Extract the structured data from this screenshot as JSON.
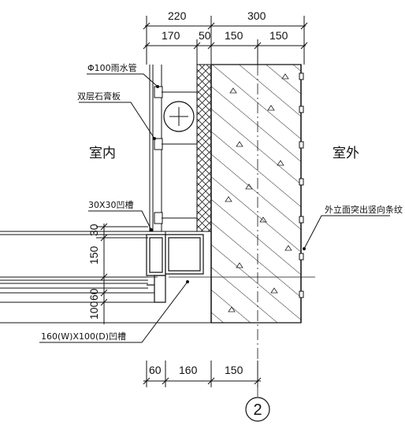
{
  "dimensions": {
    "top_overall": [
      "220",
      "300"
    ],
    "top_detail": [
      "170",
      "50",
      "150",
      "150"
    ],
    "bottom": [
      "60",
      "160",
      "150"
    ],
    "left": [
      "30",
      "150",
      "100",
      "60"
    ]
  },
  "labels": {
    "downpipe": "Φ100雨水管",
    "gypsum_board": "双层石膏板",
    "groove_small": "30X30凹槽",
    "groove_large": "160(W)X100(D)凹槽",
    "facade_note": "外立面突出竖向条纹"
  },
  "zones": {
    "indoor": "室内",
    "outdoor": "室外"
  },
  "grid_axis": "2"
}
